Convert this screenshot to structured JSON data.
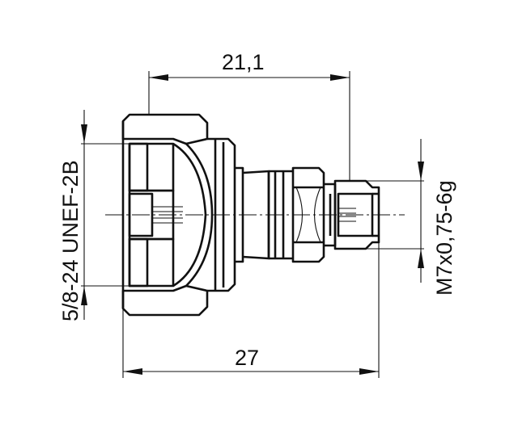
{
  "drawing": {
    "dimensions": {
      "overall_length": "27",
      "partial_length": "21,1",
      "large_thread": "5/8-24 UNEF-2B",
      "small_thread": "M7x0,75-6g"
    },
    "colors": {
      "line": "#111111",
      "background": "#ffffff"
    }
  }
}
